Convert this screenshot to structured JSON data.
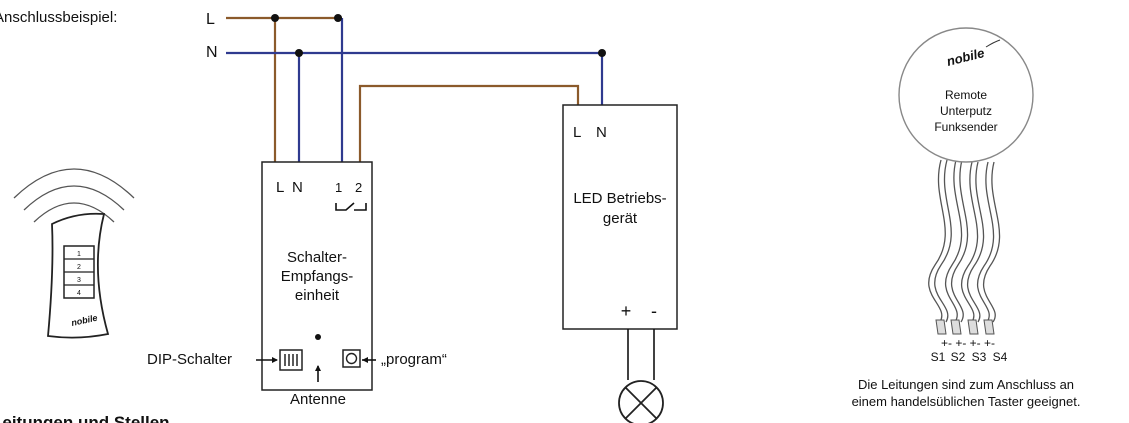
{
  "diagram": {
    "title": "Anschlussbeispiel:",
    "bottom_heading": "Leitungen und Stellen",
    "lines": {
      "L": "L",
      "N": "N"
    },
    "receiver": {
      "terminal_L": "L",
      "terminal_N": "N",
      "terminal_1": "1",
      "terminal_2": "2",
      "label_line1": "Schalter-",
      "label_line2": "Empfangs-",
      "label_line3": "einheit",
      "dip_label": "DIP-Schalter",
      "program_label": "„program“",
      "antenna_label": "Antenne"
    },
    "driver": {
      "terminal_L": "L",
      "terminal_N": "N",
      "label_line1": "LED Betriebs-",
      "label_line2": "gerät",
      "plus": "+",
      "minus": "-"
    },
    "remote": {
      "brand": "nobile",
      "buttons": [
        "1",
        "2",
        "3",
        "4"
      ]
    },
    "sender": {
      "brand": "nobile",
      "line1": "Remote",
      "line2": "Unterputz",
      "line3": "Funksender",
      "polarity": "+- +- +- +-",
      "outputs": [
        "S1",
        "S2",
        "S3",
        "S4"
      ],
      "caption_line1": "Die Leitungen sind zum Anschluss an",
      "caption_line2": "einem handelsüblichen Taster geeignet."
    }
  }
}
